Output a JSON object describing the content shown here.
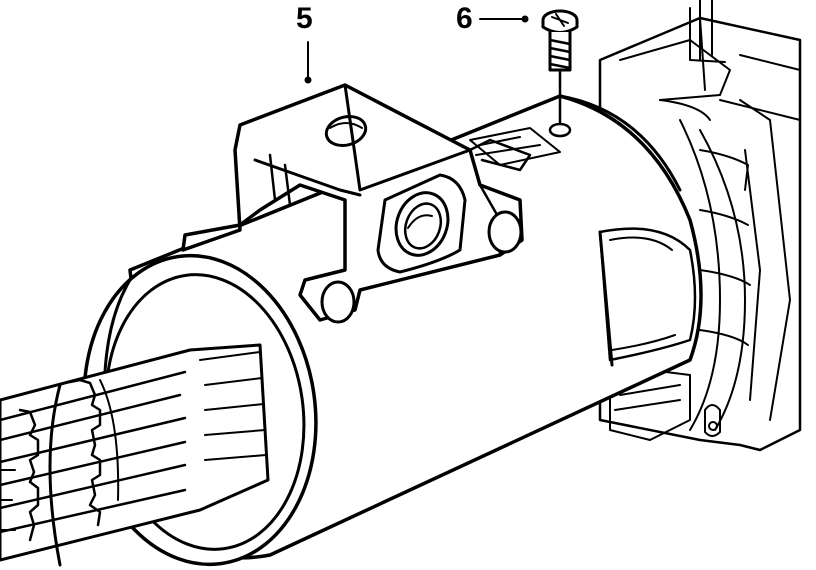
{
  "callouts": [
    {
      "id": "5",
      "label": "5"
    },
    {
      "id": "6",
      "label": "6"
    }
  ],
  "colors": {
    "line": "#000000",
    "background": "#ffffff"
  }
}
